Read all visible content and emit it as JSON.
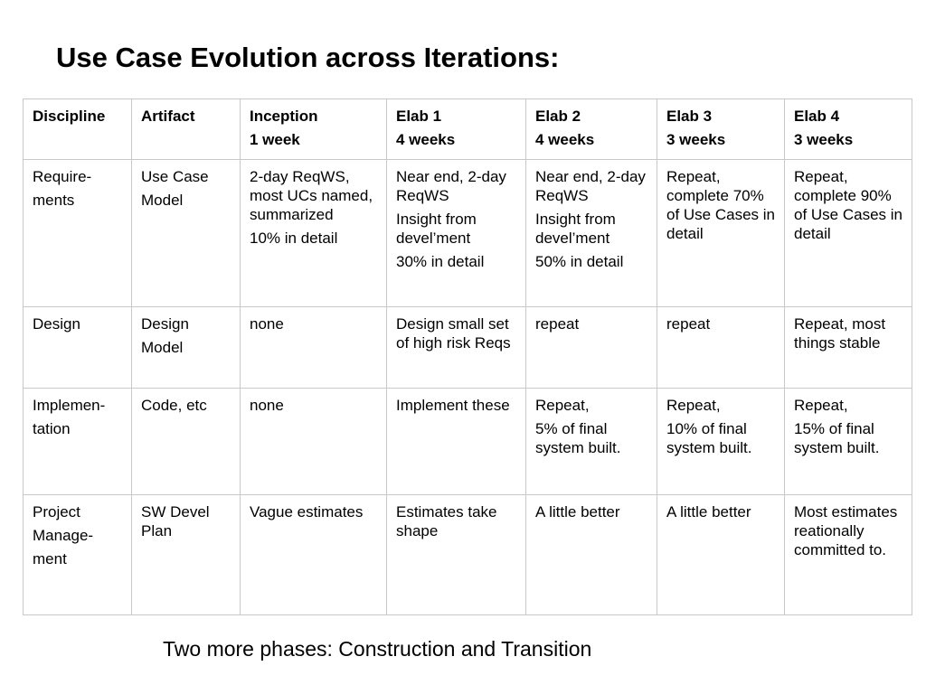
{
  "title": "Use Case Evolution across Iterations:",
  "footer": "Two more phases: Construction and Transition",
  "table": {
    "headers": [
      [
        "Discipline"
      ],
      [
        "Artifact"
      ],
      [
        "Inception",
        "1 week"
      ],
      [
        "Elab 1",
        "4 weeks"
      ],
      [
        "Elab 2",
        "4 weeks"
      ],
      [
        "Elab 3",
        "3 weeks"
      ],
      [
        "Elab 4",
        "3 weeks"
      ]
    ],
    "rows": [
      [
        [
          "Require-",
          "ments"
        ],
        [
          "Use Case",
          "Model"
        ],
        [
          "2-day ReqWS, most UCs named, summarized",
          "10% in detail"
        ],
        [
          "Near end, 2-day ReqWS",
          "Insight from devel’ment",
          "30% in detail"
        ],
        [
          "Near end, 2-day ReqWS",
          "Insight from devel’ment",
          "50% in detail"
        ],
        [
          "Repeat, complete 70% of Use Cases in detail"
        ],
        [
          "Repeat, complete 90% of Use Cases in detail"
        ]
      ],
      [
        [
          "Design"
        ],
        [
          "Design",
          "Model"
        ],
        [
          "none"
        ],
        [
          "Design small set of high risk Reqs"
        ],
        [
          "repeat"
        ],
        [
          "repeat"
        ],
        [
          "Repeat, most things stable"
        ]
      ],
      [
        [
          "Implemen-",
          "tation"
        ],
        [
          "Code, etc"
        ],
        [
          "none"
        ],
        [
          "Implement these"
        ],
        [
          "Repeat,",
          "5% of final system built."
        ],
        [
          "Repeat,",
          "10% of final system built."
        ],
        [
          "Repeat,",
          "15% of final system built."
        ]
      ],
      [
        [
          "Project",
          "Manage-",
          "ment"
        ],
        [
          "SW Devel Plan"
        ],
        [
          "Vague estimates"
        ],
        [
          "Estimates take shape"
        ],
        [
          "A little better"
        ],
        [
          "A little better"
        ],
        [
          "Most estimates reationally committed to."
        ]
      ]
    ]
  }
}
